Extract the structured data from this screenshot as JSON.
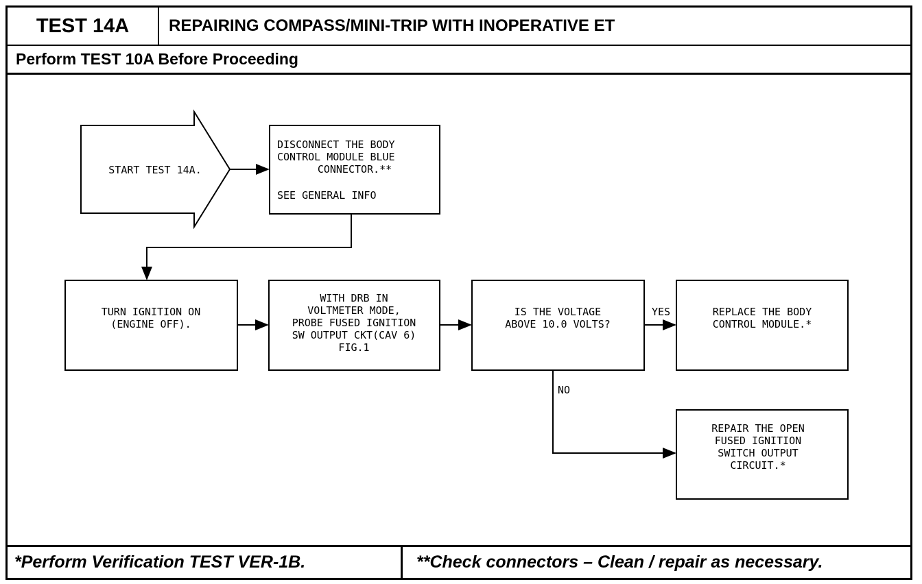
{
  "header": {
    "test_id": "TEST 14A",
    "title": "REPAIRING COMPASS/MINI-TRIP WITH INOPERATIVE ET",
    "prerequisite": "Perform TEST 10A Before Proceeding"
  },
  "steps": {
    "start": [
      "START TEST 14A."
    ],
    "disconnect": [
      "DISCONNECT THE BODY",
      "CONTROL MODULE BLUE",
      "CONNECTOR.**",
      "",
      "SEE GENERAL INFO"
    ],
    "ignition": [
      "TURN IGNITION ON",
      "(ENGINE OFF)."
    ],
    "probe": [
      "WITH DRB IN",
      "VOLTMETER MODE,",
      "PROBE FUSED IGNITION",
      "SW OUTPUT CKT(CAV 6)",
      "FIG.1"
    ],
    "question": [
      "IS THE VOLTAGE",
      "ABOVE 10.0 VOLTS?"
    ],
    "replace": [
      "REPLACE THE BODY",
      "CONTROL MODULE.*"
    ],
    "repair": [
      "REPAIR THE OPEN",
      "FUSED IGNITION",
      "SWITCH OUTPUT",
      "CIRCUIT.*"
    ]
  },
  "labels": {
    "yes": "YES",
    "no": "NO"
  },
  "footer": {
    "note_left": "*Perform Verification TEST VER-1B.",
    "note_right": "**Check connectors – Clean / repair as necessary."
  }
}
